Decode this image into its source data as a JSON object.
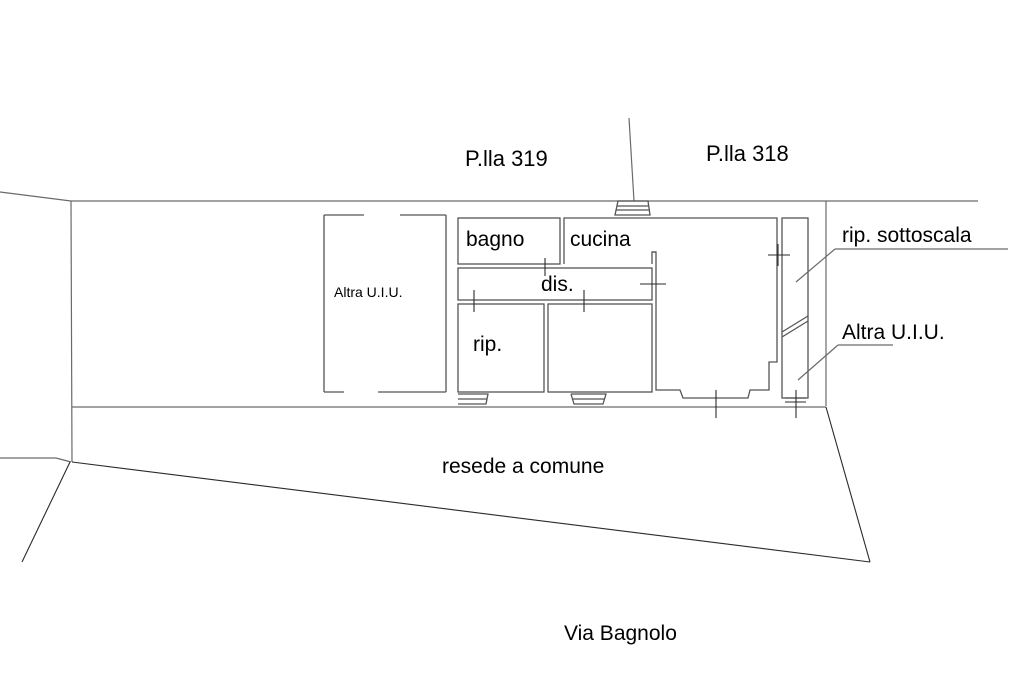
{
  "plan": {
    "parcels": {
      "left": "P.lla 319",
      "right": "P.lla 318"
    },
    "rooms": {
      "bagno": "bagno",
      "cucina": "cucina",
      "dis": "dis.",
      "rip": "rip.",
      "altra_uiu_left": "Altra U.I.U."
    },
    "callouts": {
      "rip_sottoscala": "rip. sottoscala",
      "altra_uiu_right": "Altra U.I.U."
    },
    "outdoor": {
      "courtyard": "resede a comune",
      "street": "Via Bagnolo"
    },
    "colors": {
      "line": "#6a6a6a",
      "text": "#000000",
      "background": "#ffffff"
    }
  }
}
